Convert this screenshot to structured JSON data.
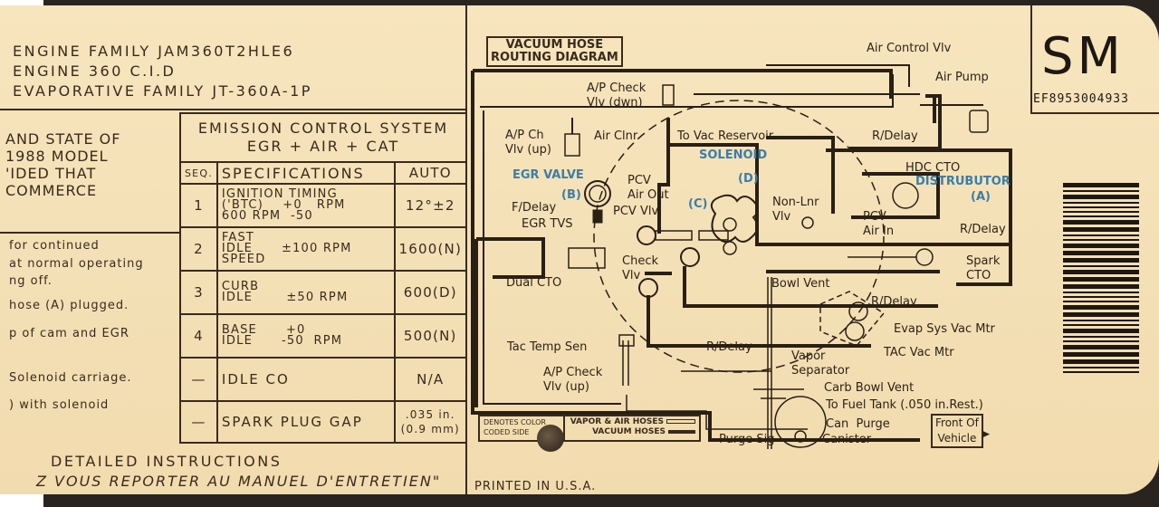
{
  "engine_info": {
    "family": "ENGINE FAMILY JAM360T2HLE6",
    "displacement": "ENGINE 360 C.I.D",
    "evap_family": "EVAPORATIVE FAMILY JT-360A-1P"
  },
  "left_notes": {
    "top_block": [
      "AND STATE OF",
      " 1988 MODEL",
      "'IDED THAT",
      " COMMERCE"
    ],
    "instructions": [
      " for continued",
      "at normal operating",
      "ng off.",
      " hose (A) plugged.",
      "p of cam and EGR",
      "Solenoid carriage.",
      ") with solenoid"
    ]
  },
  "emission_table": {
    "header_line1": "EMISSION CONTROL SYSTEM",
    "header_line2": "EGR + AIR + CAT",
    "col_seq": "SEQ.",
    "col_spec": "SPECIFICATIONS",
    "col_auto": "AUTO",
    "rows": [
      {
        "seq": "1",
        "spec": "IGNITION TIMING\n('BTC)    +0   RPM\n600 RPM  -50",
        "value": "12°±2"
      },
      {
        "seq": "2",
        "spec": "FAST\nIDLE      ±100 RPM\nSPEED",
        "value": "1600(N)"
      },
      {
        "seq": "3",
        "spec": "CURB\nIDLE       ±50 RPM",
        "value": "600(D)"
      },
      {
        "seq": "4",
        "spec": "BASE      +0\nIDLE      -50  RPM",
        "value": "500(N)"
      },
      {
        "seq": "—",
        "spec": "IDLE CO",
        "value": "N/A"
      },
      {
        "seq": "—",
        "spec": "SPARK PLUG GAP",
        "value": ".035 in.\n(0.9 mm)"
      }
    ]
  },
  "footer": {
    "line1": "DETAILED INSTRUCTIONS",
    "line2": "Z VOUS REPORTER AU MANUEL D'ENTRETIEN\"",
    "printed": "PRINTED IN U.S.A."
  },
  "diagram": {
    "title_line1": "VACUUM HOSE",
    "title_line2": "ROUTING DIAGRAM",
    "labels": {
      "air_control_vlv": "Air Control Vlv",
      "air_pump": "Air Pump",
      "ap_check_dwn": "A/P Check\nVlv (dwn)",
      "ap_ch_up": "A/P Ch\nVlv (up)",
      "air_clnr": "Air Clnr",
      "to_vac_reservoir": "To Vac Reservoir",
      "r_delay_top": "R/Delay",
      "hdc_cto": "HDC CTO",
      "pcv_air_out": "PCV\nAir Out",
      "f_delay": "F/Delay",
      "egr_tvs": "EGR TVS",
      "pcv_vlv": "PCV Vlv",
      "non_lnr_vlv": "Non-Lnr\nVlv",
      "pcv_air_in": "PCV\nAir In",
      "r_delay_right": "R/Delay",
      "spark_cto": "Spark\nCTO",
      "check_vlv": "Check\nVlv",
      "dual_cto": "Dual CTO",
      "bowl_vent": "Bowl Vent",
      "r_delay_lower": "R/Delay",
      "evap_sys_vac_mtr": "Evap Sys Vac Mtr",
      "tac_vac_mtr": "TAC Vac Mtr",
      "tac_temp_sen": "Tac Temp Sen",
      "r_delay_mid": "R/Delay",
      "vapor_separator": "Vapor\nSeparator",
      "ap_check_up": "A/P Check\nVlv (up)",
      "carb_bowl_vent": "Carb Bowl Vent",
      "to_fuel_tank": "To Fuel Tank (.050 in.Rest.)",
      "can_purge": "Can  Purge",
      "purge_sig": "Purge Sig",
      "canister": "Canister"
    },
    "color_labels": {
      "egr_valve": "EGR VALVE",
      "solenoid": "SOLENOID",
      "distributor": "DISTRUBUTOR",
      "b": "(B)",
      "c": "(C)",
      "d": "(D)",
      "a": "(A)"
    },
    "legend": {
      "denotes": "DENOTES COLOR\nCODED SIDE",
      "vapor_air": "VAPOR & AIR HOSES",
      "vacuum": "VACUUM HOSES"
    },
    "front_of_vehicle": "Front Of\nVehicle",
    "accent_blue": "#3b7ea8"
  },
  "id_block": {
    "code": "SM",
    "serial": "EF8953004933"
  }
}
